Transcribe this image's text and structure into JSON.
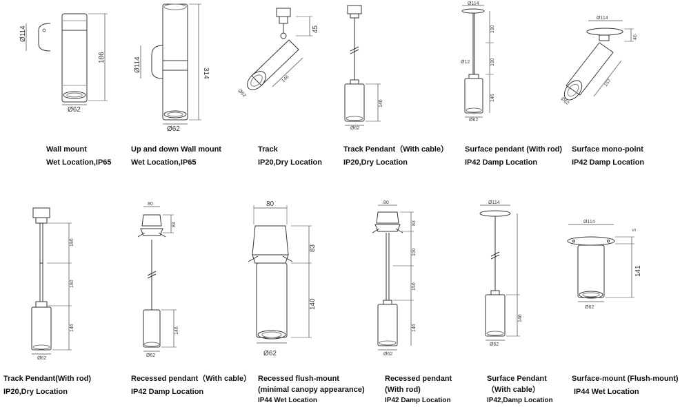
{
  "products": [
    {
      "name": "Wall mount",
      "spec": "Wet Location,IP65",
      "dims": {
        "d1": "Ø114",
        "h": "186",
        "d2": "Ø62"
      }
    },
    {
      "name": "Up and down Wall mount",
      "spec": "Wet Location,IP65",
      "dims": {
        "d1": "Ø114",
        "h": "314",
        "d2": "Ø62"
      }
    },
    {
      "name": "Track",
      "spec": "IP20,Dry Location",
      "dims": {
        "a": "45",
        "l": "146",
        "d": "Ø62"
      }
    },
    {
      "name": "Track Pendant（With cable）",
      "spec": "IP20,Dry Location",
      "dims": {
        "h": "146",
        "d": "Ø62"
      }
    },
    {
      "name": "Surface pendant (With rod)",
      "spec": "IP42 Damp Location",
      "dims": {
        "d1": "Ø114",
        "r1": "190",
        "r2": "190",
        "d3": "Ø12",
        "h": "146",
        "d2": "Ø62"
      }
    },
    {
      "name": "Surface mono-point",
      "spec": "IP42 Damp Location",
      "dims": {
        "d1": "Ø114",
        "a": "46",
        "l": "157",
        "d2": "Ø62"
      }
    },
    {
      "name": "Track Pendant(With rod)",
      "spec": "IP20,Dry Location",
      "dims": {
        "r1": "190",
        "r2": "190",
        "h": "146",
        "d": "Ø62"
      }
    },
    {
      "name": "Recessed pendant（With cable）",
      "spec": "IP42 Damp Location",
      "dims": {
        "w": "80",
        "a": "83",
        "h": "146",
        "d": "Ø62"
      }
    },
    {
      "name": "Recessed flush-mount",
      "spec2": "(minimal canopy appearance)",
      "spec": "IP44 Wet Location",
      "dims": {
        "w": "80",
        "a": "83",
        "h": "140",
        "d": "Ø62"
      }
    },
    {
      "name": "Recessed pendant",
      "spec2": "(With rod)",
      "spec": "IP42 Damp Location",
      "dims": {
        "w": "80",
        "a": "83",
        "r1": "150",
        "r2": "150",
        "h": "146",
        "d": "Ø62"
      }
    },
    {
      "name": "Surface Pendant",
      "spec2": "（With cable）",
      "spec": "IP42,Damp Location",
      "dims": {
        "d1": "Ø114",
        "h": "146",
        "d2": "Ø62"
      }
    },
    {
      "name": "Surface-mount (Flush-mount)",
      "spec": "IP44 Wet Location",
      "dims": {
        "d1": "Ø114",
        "a": "5",
        "h": "141",
        "d2": "Ø62"
      }
    }
  ]
}
